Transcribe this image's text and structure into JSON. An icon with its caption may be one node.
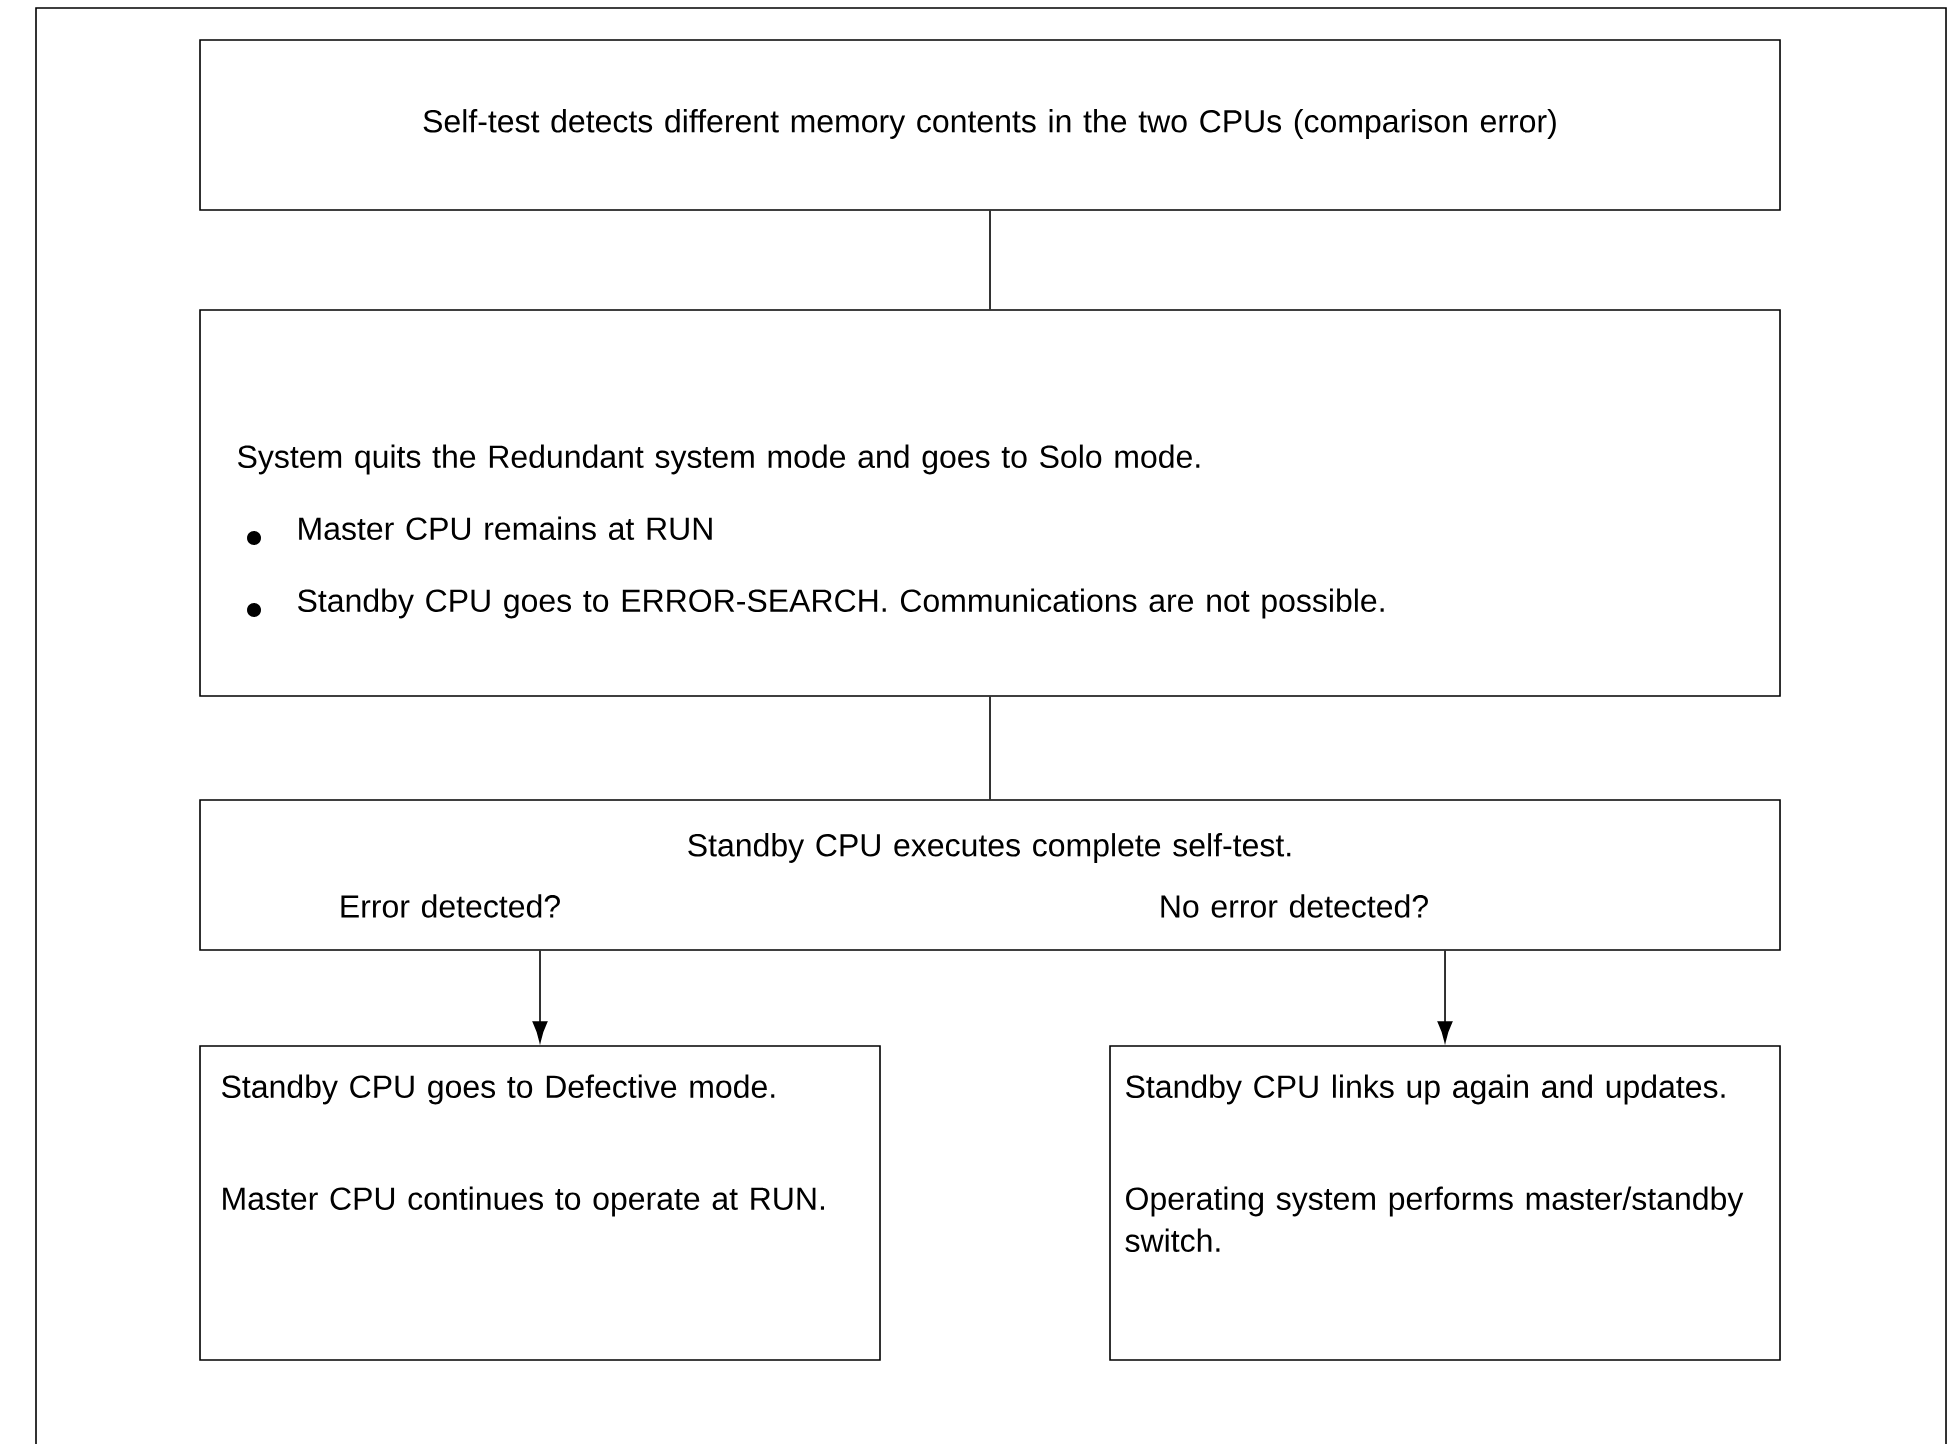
{
  "diagram": {
    "nodes": [
      {
        "text": [
          "Self-test detects different memory contents in the two CPUs (comparison error)"
        ]
      },
      {
        "text": [
          "System quits the Redundant system mode and goes to Solo mode.",
          "Master CPU remains at RUN",
          "Standby CPU goes to ERROR-SEARCH. Communications are not possible."
        ]
      },
      {
        "text": [
          "Standby CPU executes complete self-test.",
          "Error detected?",
          "No error detected?"
        ]
      },
      {
        "text": [
          "Standby CPU goes to Defective mode.",
          "Master CPU continues to operate at RUN."
        ]
      },
      {
        "text": [
          "Standby CPU links up again and updates.",
          "Operating system performs master/standby switch."
        ]
      }
    ],
    "edges": [
      {
        "from": 0,
        "to": 1,
        "arrow": "none"
      },
      {
        "from": 1,
        "to": 2,
        "arrow": "none"
      },
      {
        "from": 2,
        "to": 3,
        "arrow": "to"
      },
      {
        "from": 2,
        "to": 4,
        "arrow": "to"
      }
    ]
  }
}
